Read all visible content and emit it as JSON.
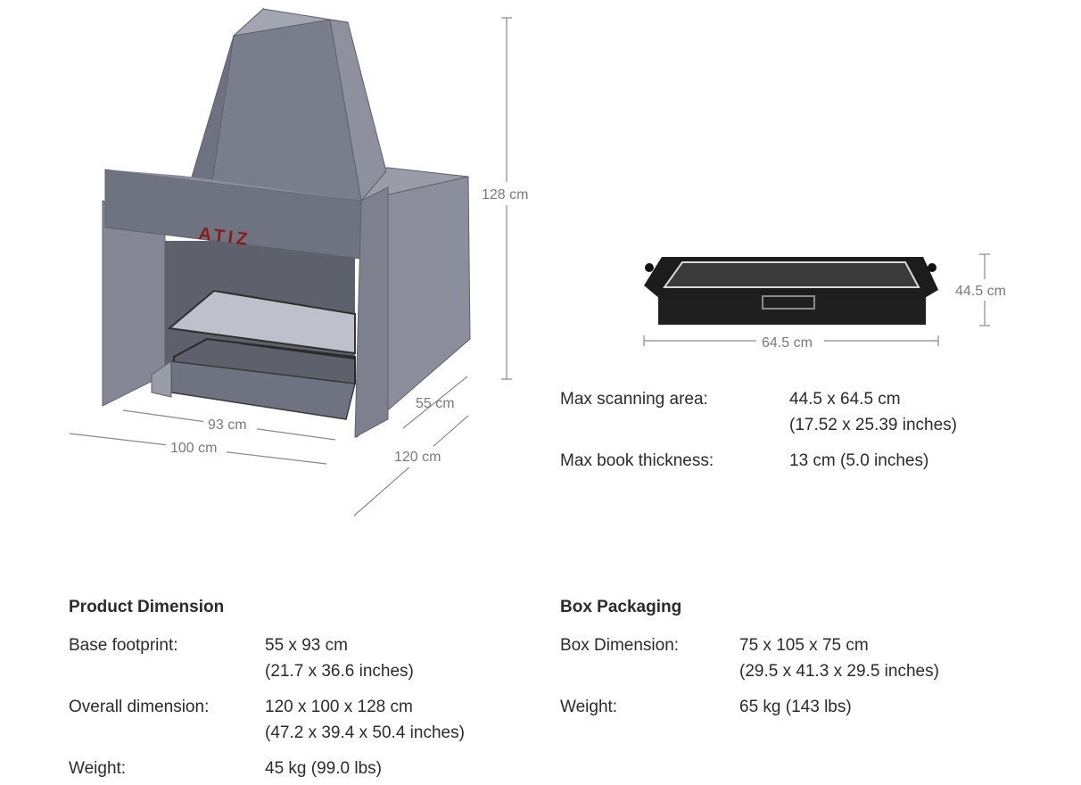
{
  "scanner": {
    "brand": "ATIZ",
    "dims": {
      "height": "128 cm",
      "depth_base": "55 cm",
      "depth_overall": "120 cm",
      "width_base": "93 cm",
      "width_overall": "100 cm"
    }
  },
  "cradle": {
    "dims": {
      "height": "44.5 cm",
      "width": "64.5 cm"
    }
  },
  "scanning": {
    "rows": [
      {
        "label": "Max scanning area:",
        "value": "44.5 x 64.5 cm",
        "value2": "(17.52 x 25.39 inches)"
      },
      {
        "label": "Max book thickness:",
        "value": "13 cm (5.0 inches)"
      }
    ]
  },
  "product": {
    "heading": "Product Dimension",
    "rows": [
      {
        "label": "Base footprint:",
        "value": "55 x 93 cm",
        "value2": "(21.7 x 36.6 inches)"
      },
      {
        "label": "Overall dimension:",
        "value": "120 x 100 x 128 cm",
        "value2": "(47.2 x 39.4 x 50.4 inches)"
      },
      {
        "label": "Weight:",
        "value": "45 kg (99.0 lbs)"
      }
    ]
  },
  "box": {
    "heading": "Box Packaging",
    "rows": [
      {
        "label": "Box Dimension:",
        "value": "75 x 105 x 75 cm",
        "value2": "(29.5 x 41.3 x 29.5 inches)"
      },
      {
        "label": "Weight:",
        "value": "65 kg (143 lbs)"
      }
    ]
  },
  "colors": {
    "body_gray": "#7d8090",
    "body_dark": "#6b6e7c",
    "body_light": "#9a9ca8",
    "brand_red": "#8b1a1a",
    "cradle_black": "#1c1c1c",
    "text": "#2b2b2b",
    "dim_text": "#7a7a7a"
  }
}
